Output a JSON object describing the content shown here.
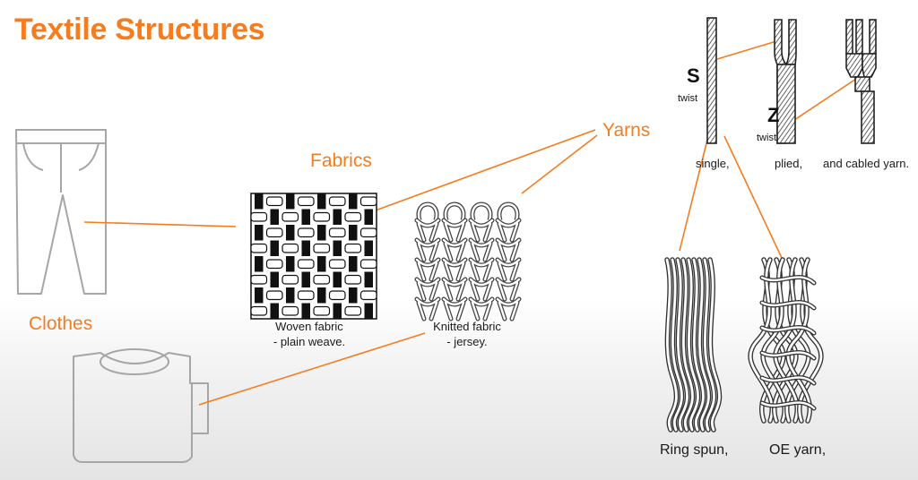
{
  "title": "Textile Structures",
  "labels": {
    "clothes": "Clothes",
    "fabrics": "Fabrics",
    "yarns": "Yarns"
  },
  "fabrics": {
    "woven_line1": "Woven fabric",
    "woven_line2": "- plain weave.",
    "knitted_line1": "Knitted fabric",
    "knitted_line2": "- jersey."
  },
  "yarn_structure": {
    "s_letter": "S",
    "s_twist": "twist",
    "z_letter": "Z",
    "z_twist": "twist",
    "single": "single,",
    "plied": "plied,",
    "cabled": "and cabled yarn."
  },
  "spinning": {
    "ring_spun": "Ring spun,",
    "oe_yarn": "OE yarn,"
  },
  "colors": {
    "accent": "#f57c1f",
    "outline_gray": "#9a9a9a"
  }
}
